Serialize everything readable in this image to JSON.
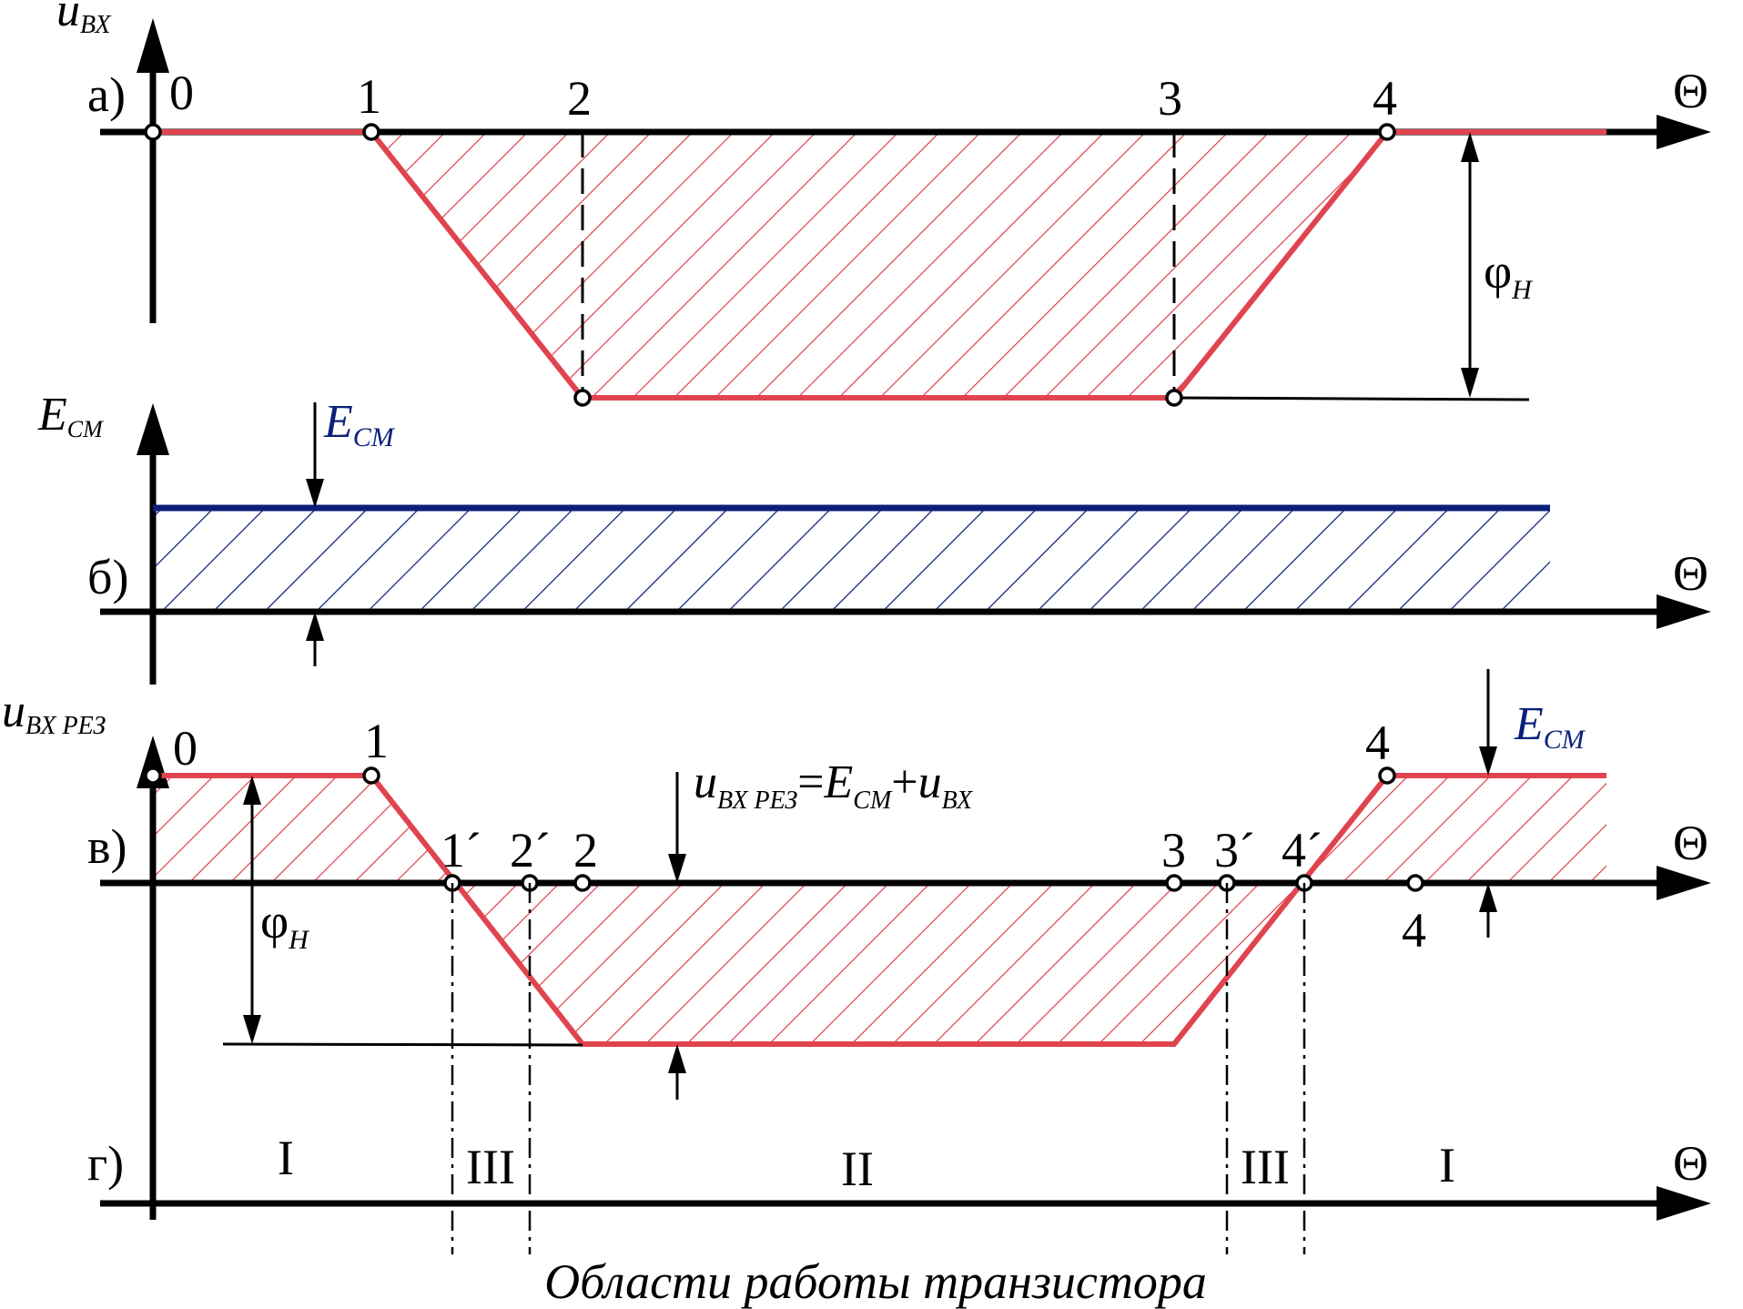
{
  "colors": {
    "axis": "#000000",
    "signal": "#e0444f",
    "bias": "#0b1f7a"
  },
  "panels": {
    "a": {
      "letter": "а)",
      "y_axis_main": "u",
      "y_axis_sub": "ВХ",
      "x_axis": "Θ",
      "points": [
        "0",
        "1",
        "2",
        "3",
        "4"
      ],
      "amplitude_main": "φ",
      "amplitude_sub": "Н"
    },
    "b": {
      "letter": "б)",
      "y_axis_main": "E",
      "y_axis_sub": "СМ",
      "x_axis": "Θ",
      "bias_main": "E",
      "bias_sub": "СМ"
    },
    "v": {
      "letter": "в)",
      "y_axis_main": "u",
      "y_axis_sub": "ВХ РЕЗ",
      "x_axis": "Θ",
      "upper_points": [
        "0",
        "1",
        "4"
      ],
      "axis_points": [
        "1´",
        "2´",
        "2",
        "3",
        "3´",
        "4´"
      ],
      "below_point": "4",
      "amplitude_main": "φ",
      "amplitude_sub": "Н",
      "bias_main": "E",
      "bias_sub": "СМ",
      "formula": {
        "u1": "u",
        "sub1": "ВХ РЕЗ",
        "eq": "=",
        "e": "E",
        "sub2": "СМ",
        "plus": "+",
        "u2": "u",
        "sub3": "ВХ"
      }
    },
    "g": {
      "letter": "г)",
      "x_axis": "Θ",
      "regions": [
        "I",
        "III",
        "II",
        "III",
        "I"
      ]
    }
  },
  "caption": "Области работы транзистора"
}
